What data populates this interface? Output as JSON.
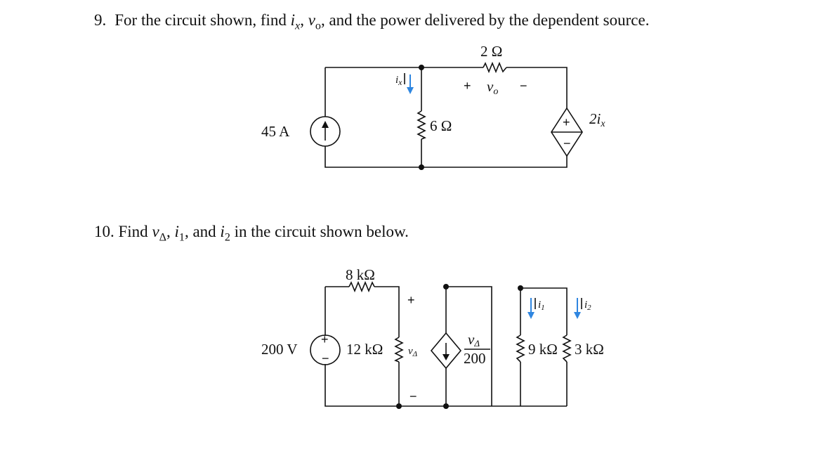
{
  "problem9": {
    "number": "9.",
    "text_before": "For the circuit shown, find",
    "ix": "i",
    "ix_sub": "x",
    "sep1": ",",
    "vo": "v",
    "vo_sub": "o",
    "text_after": ", and the power delivered by the dependent source.",
    "circuit": {
      "r_top": "2 Ω",
      "r_mid": "6 Ω",
      "src_current": "45 A",
      "dep_source": "2i",
      "dep_source_sub": "x",
      "ix_label": "i",
      "ix_label_sub": "x",
      "vo_plus": "+",
      "vo_label": "v",
      "vo_label_sub": "o",
      "vo_minus": "−",
      "dep_plus": "+",
      "dep_minus": "−"
    }
  },
  "problem10": {
    "number": "10.",
    "text_before": "Find",
    "vd": "v",
    "vd_sub": "Δ",
    "sep1": ",",
    "i1": "i",
    "i1_sub": "1",
    "text_mid": ", and",
    "i2": "i",
    "i2_sub": "2",
    "text_after": "in the circuit shown below.",
    "circuit": {
      "r8": "8 kΩ",
      "r12": "12 kΩ",
      "r9": "9 kΩ",
      "r3": "3 kΩ",
      "vsrc": "200 V",
      "vsrc_plus": "+",
      "vsrc_minus": "−",
      "vd_plus": "+",
      "vd_minus": "−",
      "vd_label": "v",
      "vd_label_sub": "Δ",
      "dep_num": "v",
      "dep_num_sub": "Δ",
      "dep_den": "200",
      "i1_label": "i",
      "i1_label_sub": "1",
      "i2_label": "i",
      "i2_label_sub": "2"
    }
  }
}
